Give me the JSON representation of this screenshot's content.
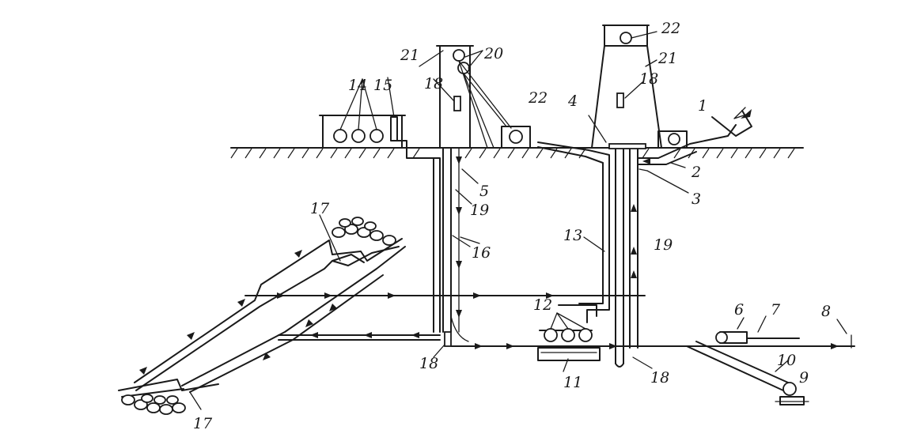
{
  "labels": {
    "l1": "1",
    "l2": "2",
    "l3": "3",
    "l4": "4",
    "l5": "5",
    "l6": "6",
    "l7": "7",
    "l8": "8",
    "l9": "9",
    "l10": "10",
    "l11": "11",
    "l12": "12",
    "l13": "13",
    "l14": "14",
    "l15": "15",
    "l16": "16",
    "l17a": "17",
    "l17b": "17",
    "l18a": "18",
    "l18b": "18",
    "l18c": "18",
    "l18d": "18",
    "l19a": "19",
    "l19b": "19",
    "l20": "20",
    "l21a": "21",
    "l21b": "21",
    "l22a": "22",
    "l22b": "22"
  }
}
